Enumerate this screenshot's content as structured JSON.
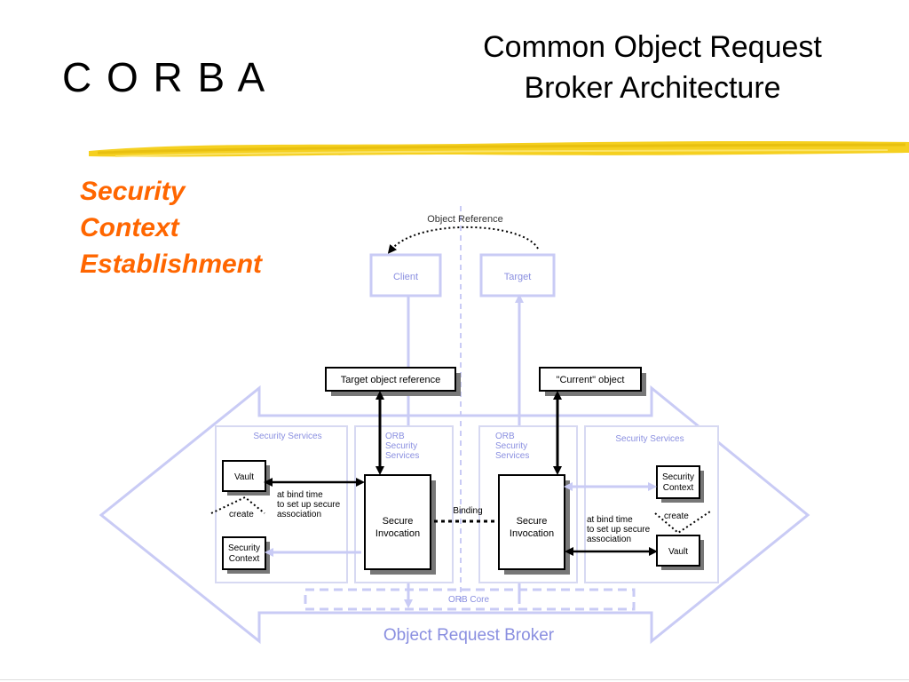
{
  "slide": {
    "title": "C O R B A",
    "subtitle_line1": "Common Object Request",
    "subtitle_line2": "Broker Architecture",
    "section_line1": "Security",
    "section_line2": "Context",
    "section_line3": "Establishment"
  },
  "diagram": {
    "object_reference": "Object Reference",
    "client": "Client",
    "target": "Target",
    "target_object_reference": "Target object reference",
    "current_object": "\"Current\" object",
    "security_services_left": "Security Services",
    "security_services_right": "Security Services",
    "orb_security_services_left": [
      "ORB",
      "Security",
      "Services"
    ],
    "orb_security_services_right": [
      "ORB",
      "Security",
      "Services"
    ],
    "vault_left": "Vault",
    "vault_right": "Vault",
    "bind_note_left": [
      "at bind time",
      "to set up secure",
      "association"
    ],
    "bind_note_right": [
      "at bind time",
      "to set up secure",
      "association"
    ],
    "create_left": "create",
    "create_right": "create",
    "security_context_left": [
      "Security",
      "Context"
    ],
    "security_context_right": [
      "Security",
      "Context"
    ],
    "secure_invocation_left": [
      "Secure",
      "Invocation"
    ],
    "secure_invocation_right": [
      "Secure",
      "Invocation"
    ],
    "binding": "Binding",
    "orb_core": "ORB Core",
    "object_request_broker": "Object Request Broker"
  },
  "colors": {
    "accent": "#ff6600",
    "highlight": "#f5d020",
    "diagram_light": "#c9cbf5",
    "diagram_text_light": "#8a8fe0"
  }
}
